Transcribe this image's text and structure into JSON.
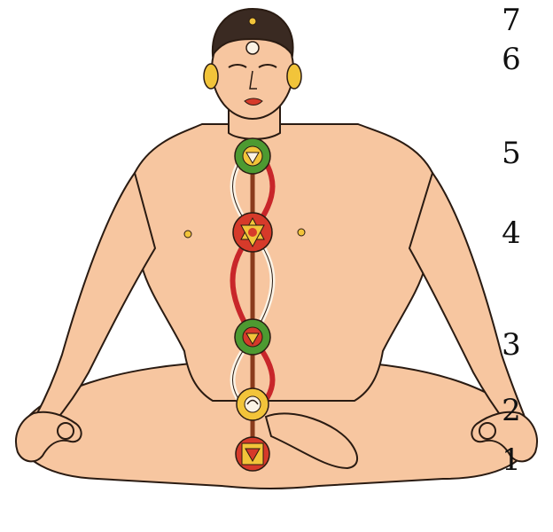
{
  "colors": {
    "skin": "#f7c6a0",
    "outline": "#2a1b12",
    "hair": "#3a2a22",
    "red_channel": "#c8262a",
    "white_channel": "#fbf3e6",
    "central_channel": "#8a3b1c",
    "green_chakra": "#4d9a31",
    "red_chakra": "#d63a2a",
    "yellow_chakra": "#f2c43a",
    "number_text": "#111111"
  },
  "chakra_numbers": [
    {
      "label": "7",
      "icon": "crown-chakra-icon"
    },
    {
      "label": "6",
      "icon": "third-eye-chakra-icon"
    },
    {
      "label": "5",
      "icon": "throat-chakra-icon"
    },
    {
      "label": "4",
      "icon": "heart-chakra-icon"
    },
    {
      "label": "3",
      "icon": "solar-plexus-chakra-icon"
    },
    {
      "label": "2",
      "icon": "sacral-chakra-icon"
    },
    {
      "label": "1",
      "icon": "root-chakra-icon"
    }
  ]
}
